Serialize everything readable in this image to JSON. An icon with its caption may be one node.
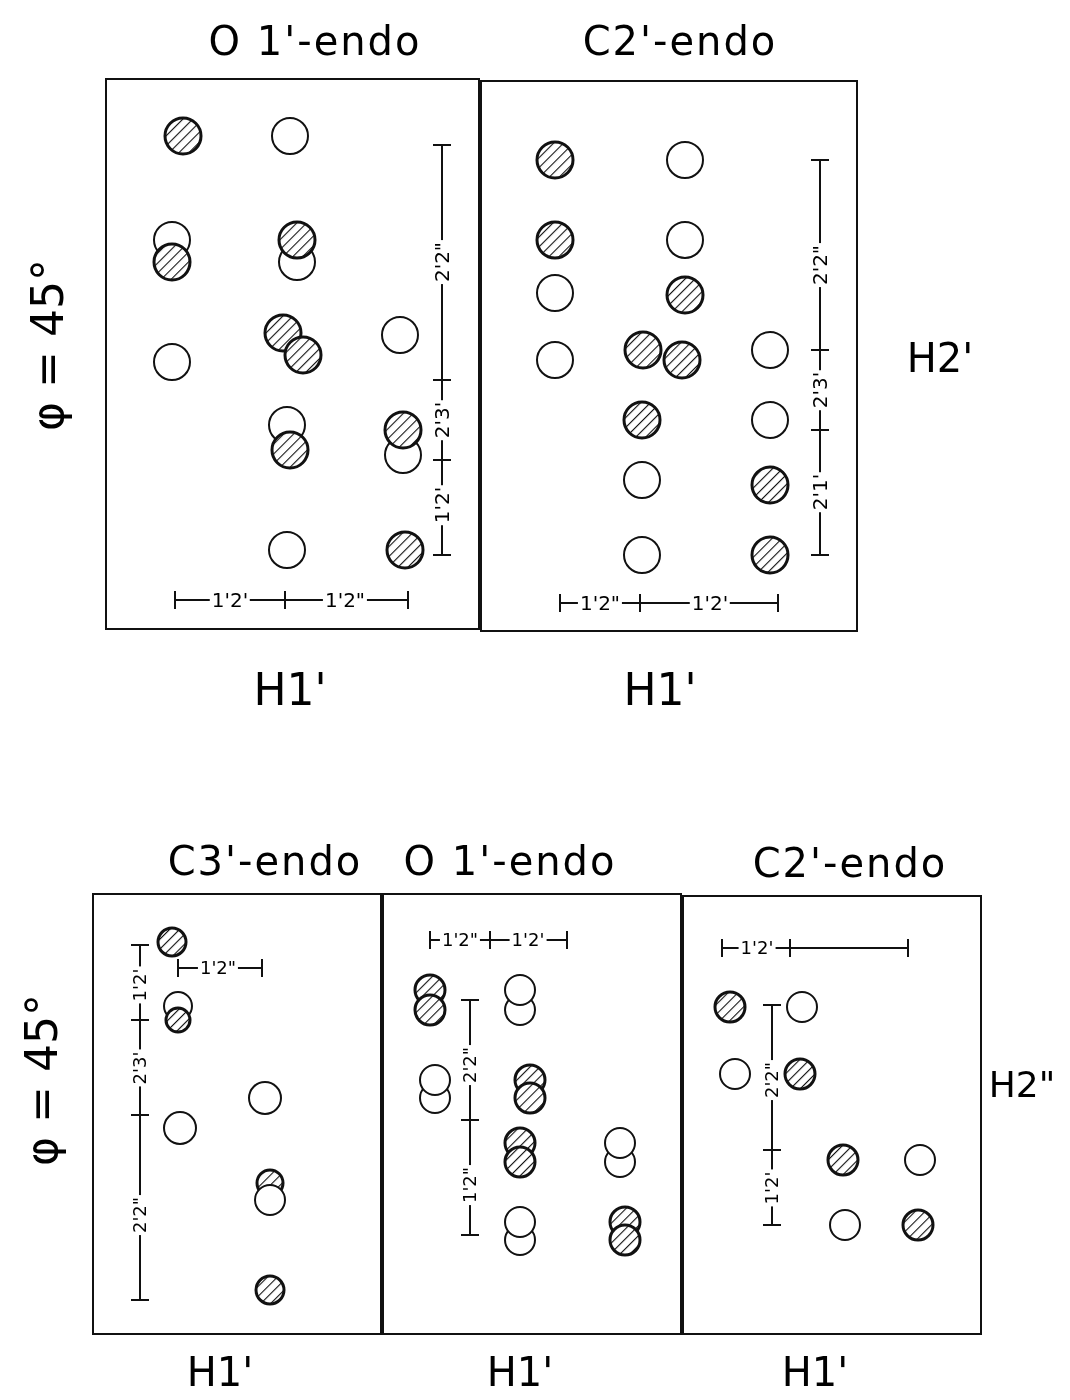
{
  "diagram": {
    "nodes": [
      {
        "text": [
          "O 1'-endo"
        ]
      },
      {
        "text": [
          "C2'-endo"
        ]
      },
      {
        "text": [
          "C3'-endo"
        ]
      },
      {
        "text": [
          "O 1'-endo"
        ]
      },
      {
        "text": [
          "C2'-endo"
        ]
      }
    ],
    "labels": [
      "φ = 45°",
      "2'2\"",
      "H2'",
      "2'3'",
      "2'2\"",
      "2'3'",
      "1'2'",
      "2'1'",
      "1'2'",
      "1'2\"",
      "1'2\"",
      "1'2'",
      "H1'",
      "H1'",
      "1'2\"",
      "1'2'",
      "1'2\"",
      "1'2'",
      "1'2'",
      "2'3'",
      "2'2\"",
      "2'2\"",
      "φ = 45°",
      "H2\"",
      "2'2\"",
      "1'2\"",
      "1'2'",
      "H1'",
      "H1'",
      "H1'"
    ]
  }
}
